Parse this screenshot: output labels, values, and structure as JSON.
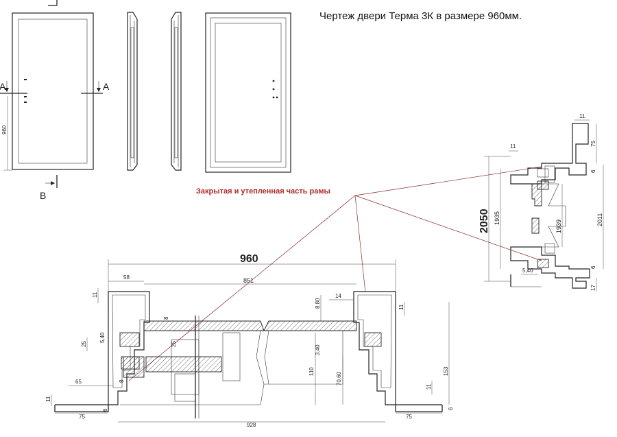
{
  "title": "Чертеж двери Терма 3К в размере 960мм.",
  "note": "Закрытая и утепленная часть рамы",
  "section_marks": {
    "a_left": "A",
    "a_right": "A",
    "b": "B"
  },
  "elevation": {
    "height_dim": "960"
  },
  "vertical_section": {
    "overall_height": "2050",
    "d1935": "1935",
    "d1939": "1939",
    "d2011": "2011",
    "top_11": "11",
    "top_75": "75",
    "top_6": "6",
    "top_left_11": "11",
    "bottom_6": "6",
    "bottom_540": "5,40",
    "bottom_17": "17"
  },
  "horizontal_section": {
    "overall_width": "960",
    "d851": "851",
    "d58": "58",
    "d928": "928",
    "d75_left": "75",
    "d75_right": "75",
    "d65": "65",
    "d11_top_left": "11",
    "d11_top_right": "11",
    "d11_bot_left": "11",
    "d11_bot_right": "11",
    "d25_left": "25",
    "d25_inner": "25",
    "d540": "5,40",
    "d8_top": "8",
    "d8_bot": "8",
    "d6_left": "6",
    "d6_right": "6",
    "d880": "8.80",
    "d14": "14",
    "d340": "3.40",
    "d110": "110",
    "d7060": "70,60",
    "d153": "153"
  }
}
